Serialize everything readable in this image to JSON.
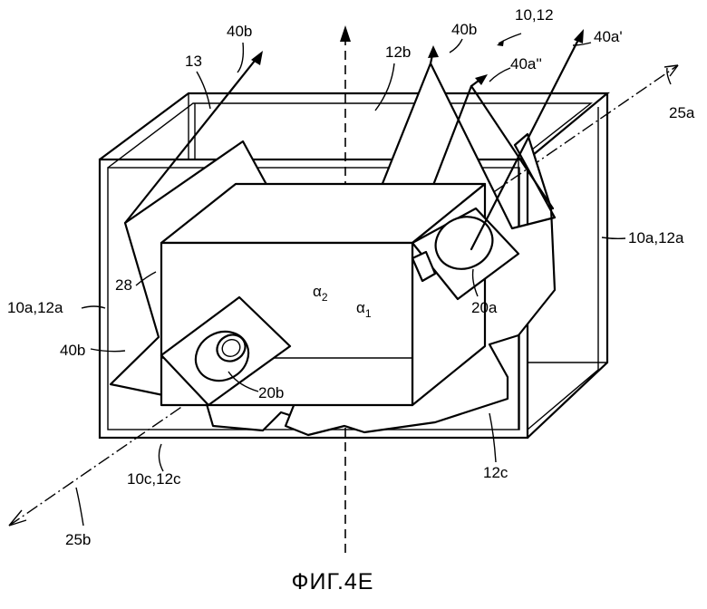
{
  "caption": "ФИГ.4E",
  "labels": {
    "l_40b_top": "40b",
    "l_13": "13",
    "l_12b": "12b",
    "l_40b_mid": "40b",
    "l_10_12": "10,12",
    "l_40a_prime": "40a'",
    "l_40a_dprime": "40a''",
    "l_25a": "25a",
    "l_10a12a_right": "10a,12a",
    "l_28": "28",
    "l_10a12a_left": "10a,12a",
    "l_alpha2": "α",
    "l_alpha2_sub": "2",
    "l_alpha1": "α",
    "l_alpha1_sub": "1",
    "l_20a": "20a",
    "l_40b_left": "40b",
    "l_20b": "20b",
    "l_10c12c": "10c,12c",
    "l_12c": "12c",
    "l_25b": "25b"
  }
}
